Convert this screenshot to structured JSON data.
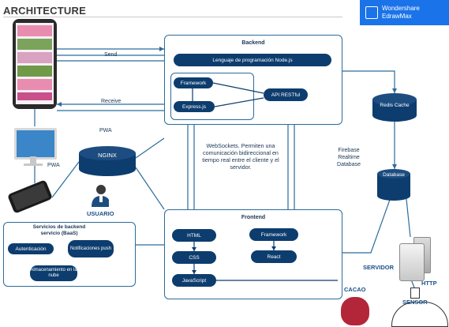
{
  "header": {
    "title": "ARCHITECTURE"
  },
  "brand": {
    "line1": "Wondershare",
    "line2": "EdrawMax"
  },
  "labels": {
    "send": "Send",
    "receive": "Receive",
    "pwa_top": "PWA",
    "pwa_bottom": "PWA",
    "usuario": "USUARIO",
    "servidor": "SERVIDOR",
    "http": "HTTP",
    "cacao": "CACAO",
    "sensor": "SENSOR",
    "firebase": [
      "Firebase",
      "Realtime",
      "Database"
    ]
  },
  "backend": {
    "title": "Backend",
    "language": "Lenguaje de programación Node.js",
    "framework": "Framework",
    "express": "Express.js",
    "api": "API RESTful"
  },
  "frontend": {
    "title": "Frontend",
    "html": "HTML",
    "css": "CSS",
    "js": "JavaScript",
    "framework": "Framework",
    "react": "React"
  },
  "websockets": "WebSockets. Permiten una comunicación bidireccional en tiempo real entre el cliente y el servidor.",
  "nginx": "NGINX",
  "redis": "Redis Cache",
  "database": "Database",
  "baas": {
    "title": "Servicios de backend servicio (BaaS)",
    "auth": "Autenticación",
    "notif": "Notificaciones push",
    "storage": "Almacenamiento en la nube"
  },
  "colors": {
    "accent": "#0d3d6e",
    "border": "#2b6c9c",
    "brand": "#1a73e8"
  }
}
